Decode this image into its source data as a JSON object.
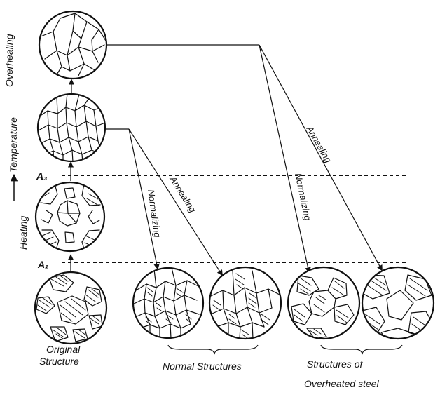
{
  "labels": {
    "overheating": "Overhealing",
    "temperature": "Temperature",
    "heating": "Heating",
    "a3": "A₃",
    "a1": "A₁",
    "normalizing_1": "Normalizing",
    "annealing_1": "Annealing",
    "normalizing_2": "Normalizing",
    "annealing_2": "Annealing",
    "original_line1": "Original",
    "original_line2": "Structure",
    "normal_structures": "Normal Structures",
    "overheated_line1": "Structures of",
    "overheated_line2": "Overheated steel"
  }
}
